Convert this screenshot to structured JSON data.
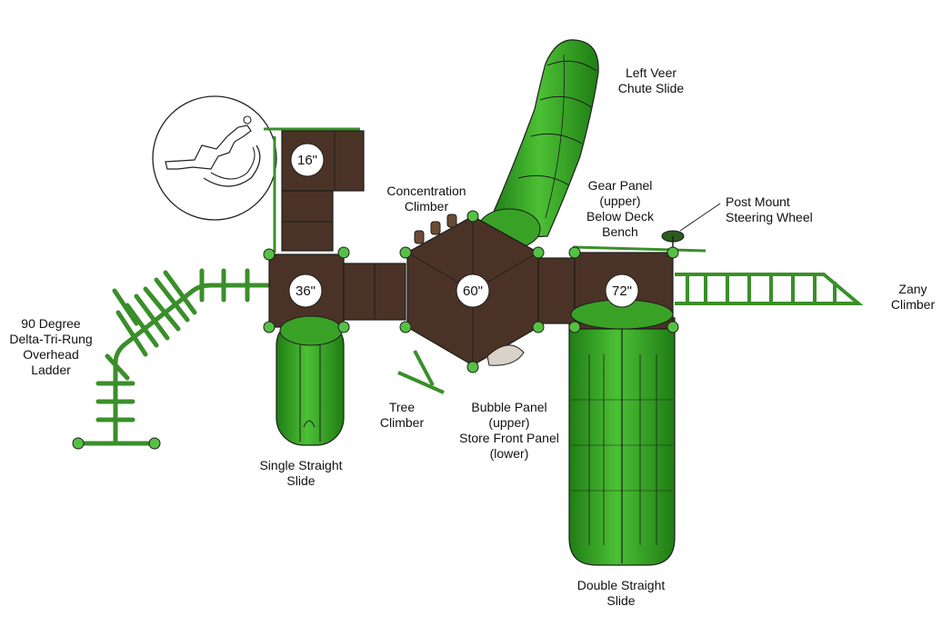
{
  "colors": {
    "slide_green": "#2f9e1f",
    "slide_light": "#49b931",
    "deck_brown": "#4a3326",
    "post_green": "#5bc249",
    "outline": "#1d1d1d",
    "background": "#ffffff"
  },
  "labels": {
    "left_veer": "Left Veer\nChute Slide",
    "gear_panel": "Gear Panel\n(upper)\nBelow Deck\nBench",
    "post_mount": "Post Mount\nSteering Wheel",
    "concentration": "Concentration\nClimber",
    "zany": "Zany\nClimber",
    "overhead_ladder": "90 Degree\nDelta-Tri-Rung\nOverhead\nLadder",
    "tree_climber": "Tree\nClimber",
    "bubble_panel": "Bubble Panel\n(upper)\nStore Front Panel\n(lower)",
    "single_slide": "Single Straight\nSlide",
    "double_slide": "Double Straight\nSlide"
  },
  "decks": {
    "d16": "16\"",
    "d36": "36\"",
    "d60": "60\"",
    "d72": "72\""
  },
  "icons": {
    "accessibility": "wheelchair-accessible-icon"
  }
}
